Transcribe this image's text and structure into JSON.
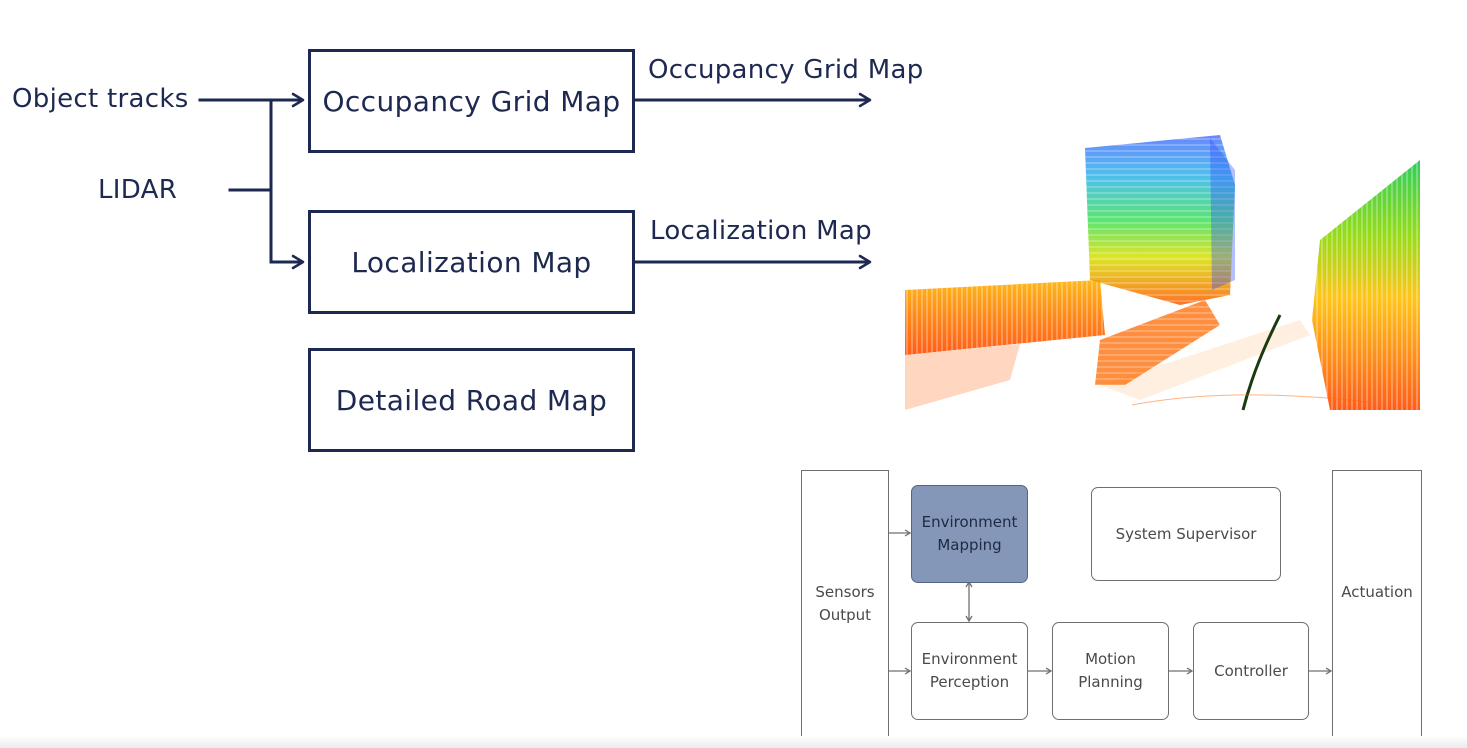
{
  "inputs": {
    "object_tracks": "Object tracks",
    "lidar": "LIDAR"
  },
  "maps": {
    "occupancy": "Occupancy Grid Map",
    "localization": "Localization Map",
    "detailed_road": "Detailed Road Map"
  },
  "outputs": {
    "occupancy": "Occupancy Grid Map",
    "localization": "Localization Map"
  },
  "point_cloud": {
    "description_icon": "lidar-point-cloud",
    "palette": [
      "#ff4500",
      "#ff8c00",
      "#ffd400",
      "#59e000",
      "#19d07a",
      "#2e9cff",
      "#5a6cff"
    ]
  },
  "system_diagram": {
    "sensors_output": "Sensors\nOutput",
    "environment_mapping": "Environment\nMapping",
    "system_supervisor": "System Supervisor",
    "actuation": "Actuation",
    "environment_perception": "Environment\nPerception",
    "motion_planning": "Motion\nPlanning",
    "controller": "Controller"
  },
  "colors": {
    "primary": "#1d2950",
    "highlight": "#8497b8",
    "gray": "#6f6f6f"
  }
}
